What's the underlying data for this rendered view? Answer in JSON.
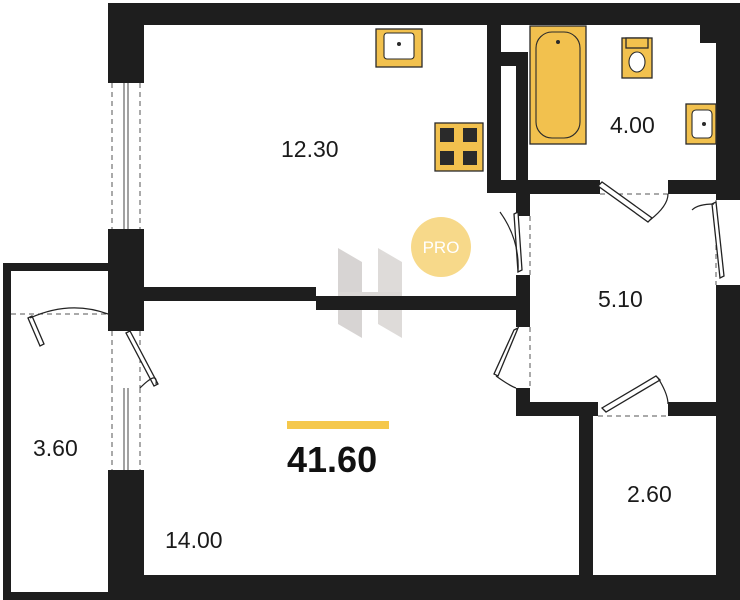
{
  "plan": {
    "total_area": "41.60",
    "watermark_badge": "PRO",
    "rooms": [
      {
        "id": "kitchen",
        "area": "12.30"
      },
      {
        "id": "bathroom",
        "area": "4.00"
      },
      {
        "id": "hall",
        "area": "5.10"
      },
      {
        "id": "balcony",
        "area": "3.60"
      },
      {
        "id": "living-room",
        "area": "14.00"
      },
      {
        "id": "storage",
        "area": "2.60"
      }
    ]
  },
  "colors": {
    "wall": "#1e1e1e",
    "fixture_fill": "#f2c14e",
    "accent_bar": "#f5c84c",
    "badge": "#f7d98a",
    "watermark": "#b0a9a4",
    "background": "#ffffff"
  }
}
